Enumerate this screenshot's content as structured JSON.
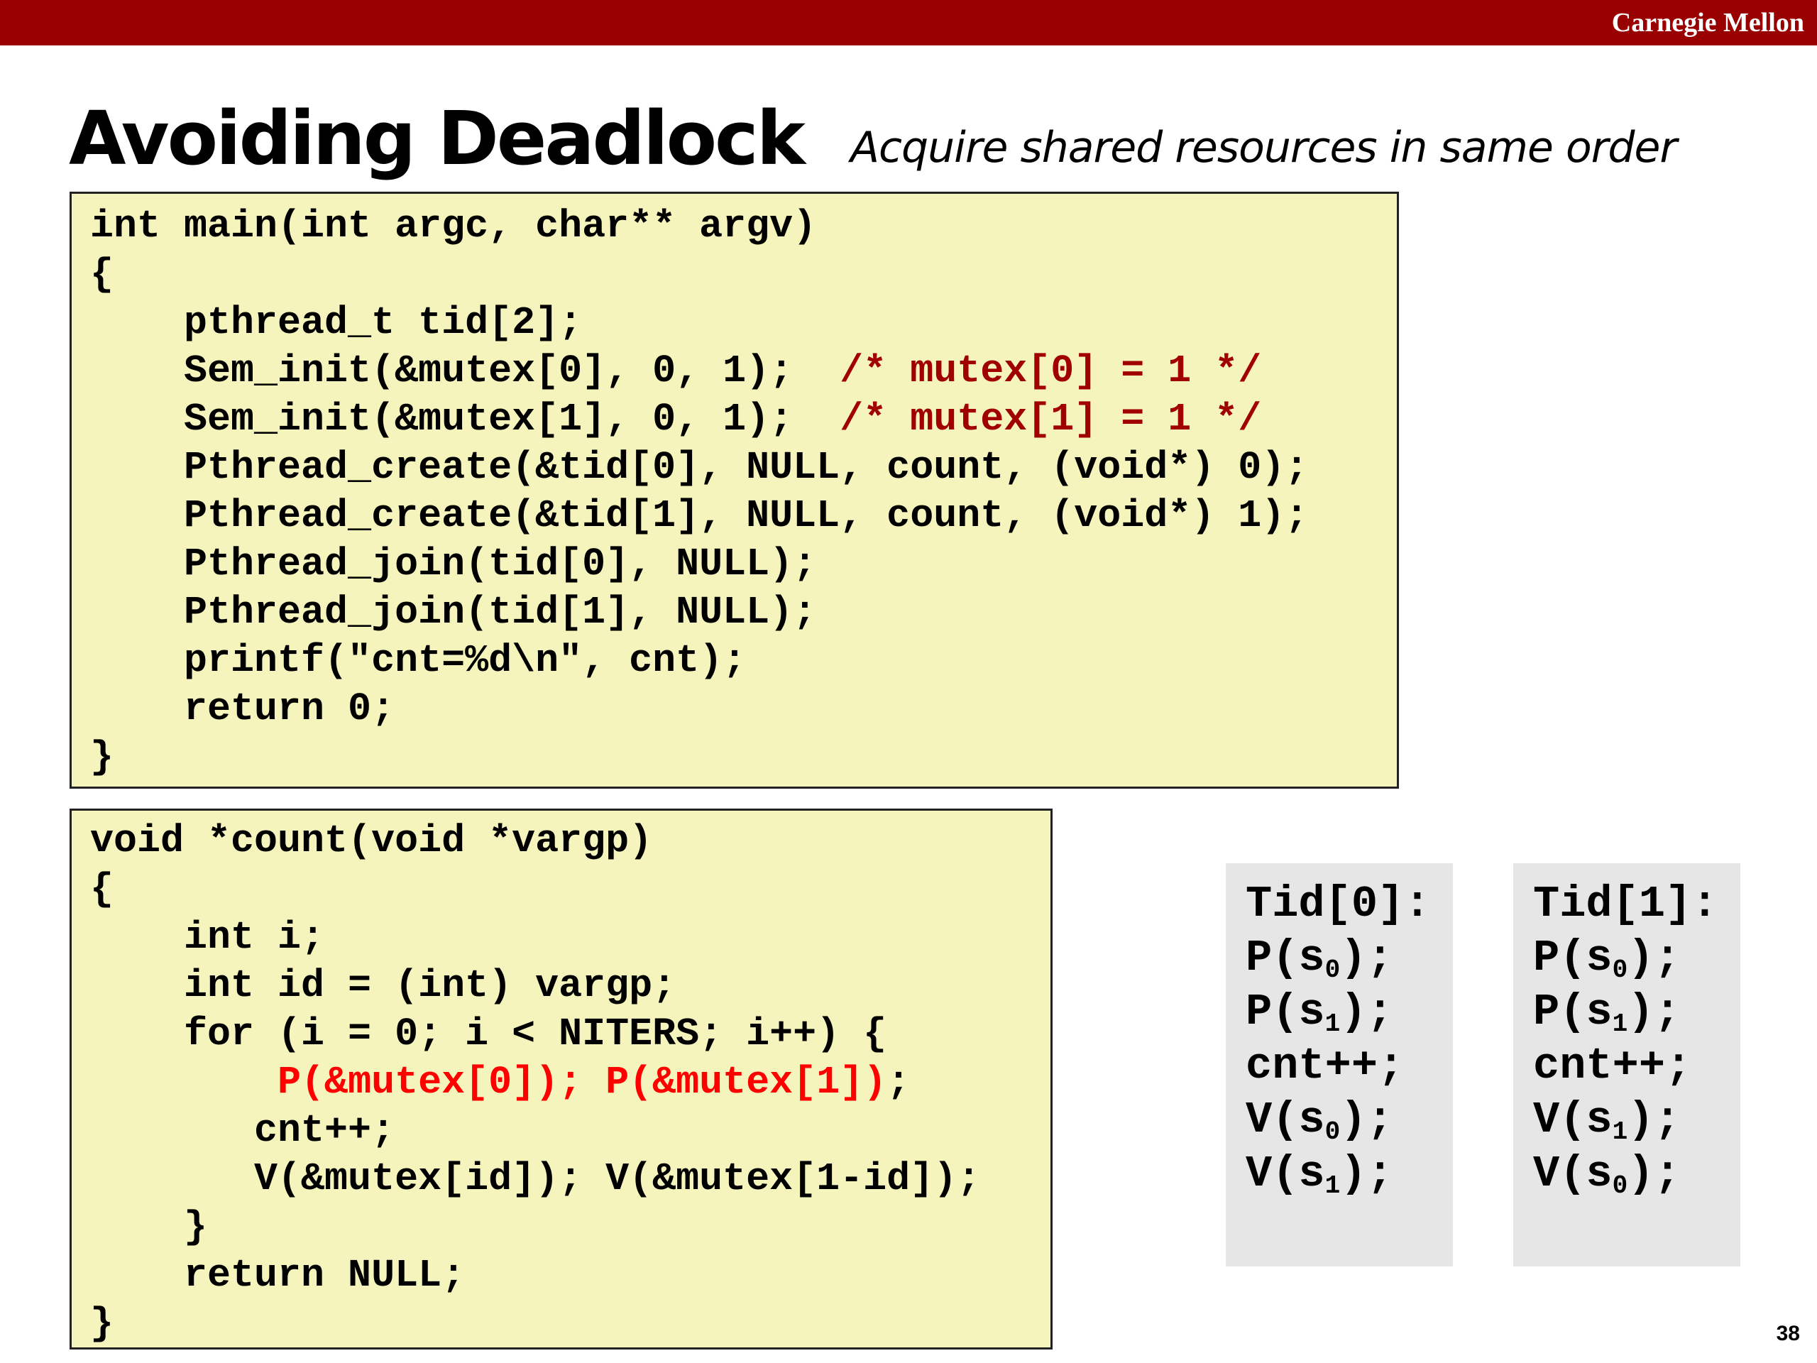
{
  "header": {
    "brand": "Carnegie Mellon"
  },
  "slide": {
    "title": "Avoiding Deadlock",
    "subtitle": "Acquire shared resources in same order",
    "page_number": "38"
  },
  "main_code": {
    "lines": [
      {
        "code": "int main(int argc, char** argv)",
        "comment": ""
      },
      {
        "code": "{",
        "comment": ""
      },
      {
        "code": "    pthread_t tid[2];",
        "comment": ""
      },
      {
        "code": "    Sem_init(&mutex[0], 0, 1);  ",
        "comment": "/* mutex[0] = 1 */"
      },
      {
        "code": "    Sem_init(&mutex[1], 0, 1);  ",
        "comment": "/* mutex[1] = 1 */"
      },
      {
        "code": "    Pthread_create(&tid[0], NULL, count, (void*) 0);",
        "comment": ""
      },
      {
        "code": "    Pthread_create(&tid[1], NULL, count, (void*) 1);",
        "comment": ""
      },
      {
        "code": "    Pthread_join(tid[0], NULL);",
        "comment": ""
      },
      {
        "code": "    Pthread_join(tid[1], NULL);",
        "comment": ""
      },
      {
        "code": "    printf(\"cnt=%d\\n\", cnt);",
        "comment": ""
      },
      {
        "code": "    return 0;",
        "comment": ""
      },
      {
        "code": "}",
        "comment": ""
      }
    ]
  },
  "count_code": {
    "lines": [
      {
        "code": "void *count(void *vargp)"
      },
      {
        "code": "{"
      },
      {
        "code": "    int i;"
      },
      {
        "code": "    int id = (int) vargp;"
      },
      {
        "code": "    for (i = 0; i < NITERS; i++) {"
      },
      {
        "indent": "        ",
        "red1": "P(&mutex[0]);",
        "space": " ",
        "red2": "P(&mutex[1])",
        "tail": ";"
      },
      {
        "code": "       cnt++;"
      },
      {
        "code": "       V(&mutex[id]); V(&mutex[1-id]);"
      },
      {
        "code": "    }"
      },
      {
        "code": "    return NULL;"
      },
      {
        "code": "}"
      }
    ]
  },
  "tid_panels": [
    {
      "header": "Tid[0]:",
      "ops": [
        {
          "op": "P(s",
          "sub": "0",
          "end": ");"
        },
        {
          "op": "P(s",
          "sub": "1",
          "end": ");"
        },
        {
          "op": "cnt++;",
          "sub": "",
          "end": ""
        },
        {
          "op": "V(s",
          "sub": "0",
          "end": ");"
        },
        {
          "op": "V(s",
          "sub": "1",
          "end": ");"
        }
      ]
    },
    {
      "header": "Tid[1]:",
      "ops": [
        {
          "op": "P(s",
          "sub": "0",
          "end": ");"
        },
        {
          "op": "P(s",
          "sub": "1",
          "end": ");"
        },
        {
          "op": "cnt++;",
          "sub": "",
          "end": ""
        },
        {
          "op": "V(s",
          "sub": "1",
          "end": ");"
        },
        {
          "op": "V(s",
          "sub": "0",
          "end": ");"
        }
      ]
    }
  ]
}
